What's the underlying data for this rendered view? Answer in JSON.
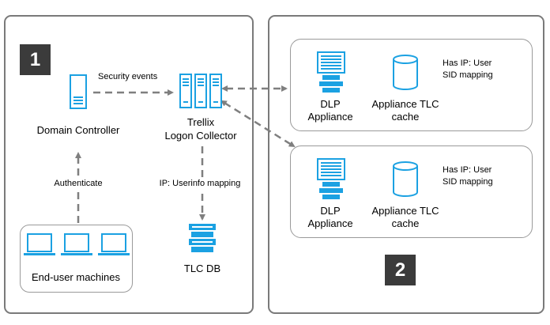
{
  "panel1": {
    "badge": "1",
    "domain_controller": "Domain Controller",
    "security_events": "Security events",
    "authenticate": "Authenticate",
    "end_user_machines": "End-user machines",
    "collector_line1": "Trellix",
    "collector_line2": "Logon Collector",
    "ip_userinfo_mapping": "IP: Userinfo mapping",
    "tlc_db": "TLC DB"
  },
  "panel2": {
    "badge": "2",
    "appliances": [
      {
        "dlp_line1": "DLP",
        "dlp_line2": "Appliance",
        "cache_line1": "Appliance TLC",
        "cache_line2": "cache",
        "note_line1": "Has IP: User",
        "note_line2": "SID mapping"
      },
      {
        "dlp_line1": "DLP",
        "dlp_line2": "Appliance",
        "cache_line1": "Appliance TLC",
        "cache_line2": "cache",
        "note_line1": "Has IP: User",
        "note_line2": "SID mapping"
      }
    ]
  },
  "colors": {
    "icon_blue": "#1ba1e2",
    "arrow_gray": "#7f7f7f",
    "border_gray": "#7a7a7a",
    "badge_bg": "#3b3b3b"
  }
}
